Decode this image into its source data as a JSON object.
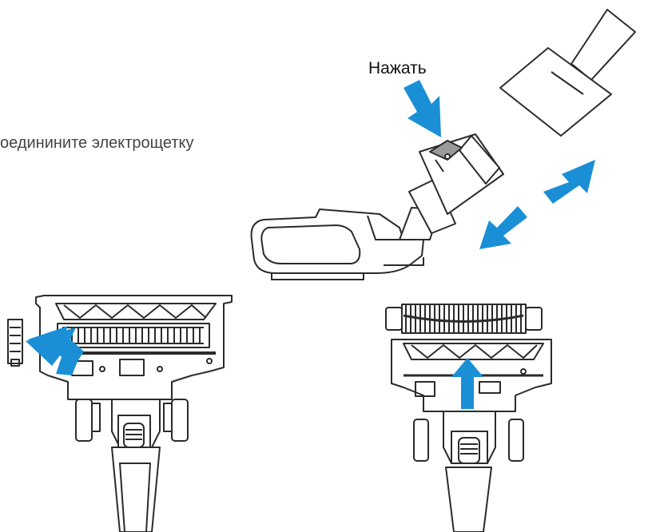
{
  "instruction": {
    "caption": "оединините электрощетку"
  },
  "labels": {
    "press": "Нажать"
  },
  "colors": {
    "arrow": "#1a8fd6",
    "line": "#2b2b2b",
    "grey": "#8a8a8a"
  },
  "figures": [
    {
      "name": "brush-attach-figure",
      "icon": "brush-to-handle-attach"
    },
    {
      "name": "side-cap-removal-figure",
      "icon": "brush-side-cap-removal"
    },
    {
      "name": "roller-removal-figure",
      "icon": "roller-lift-out"
    }
  ]
}
